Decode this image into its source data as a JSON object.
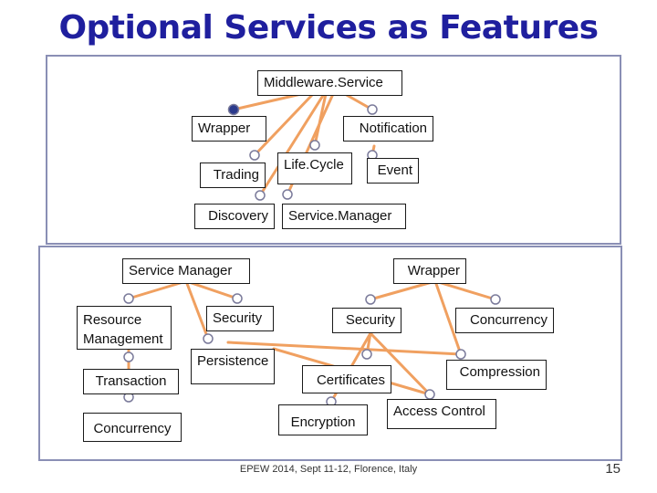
{
  "title": "Optional Services as Features",
  "top_diagram": {
    "middleware_service": "Middleware.Service",
    "wrapper": "Wrapper",
    "notification": "Notification",
    "trading": "Trading",
    "life_cycle": "Life.Cycle",
    "event": "Event",
    "discovery": "Discovery",
    "service_manager": "Service.Manager"
  },
  "bottom_diagram": {
    "service_manager": "Service Manager",
    "wrapper": "Wrapper",
    "resource_management": "Resource Management",
    "security_left": "Security",
    "security_right": "Security",
    "concurrency_right": "Concurrency",
    "persistence": "Persistence",
    "transaction": "Transaction",
    "certificates": "Certificates",
    "compression": "Compression",
    "access_control": "Access Control",
    "encryption": "Encryption",
    "concurrency_left": "Concurrency"
  },
  "colors": {
    "title": "#1f1f9e",
    "connector": "#f0a060",
    "mandatory_dot": "#2b3a8c",
    "optional_circle": "#7a7a9a",
    "panel_border": "#8a8fb5"
  },
  "footer": "EPEW 2014, Sept 11-12, Florence, Italy",
  "page_number": "15"
}
